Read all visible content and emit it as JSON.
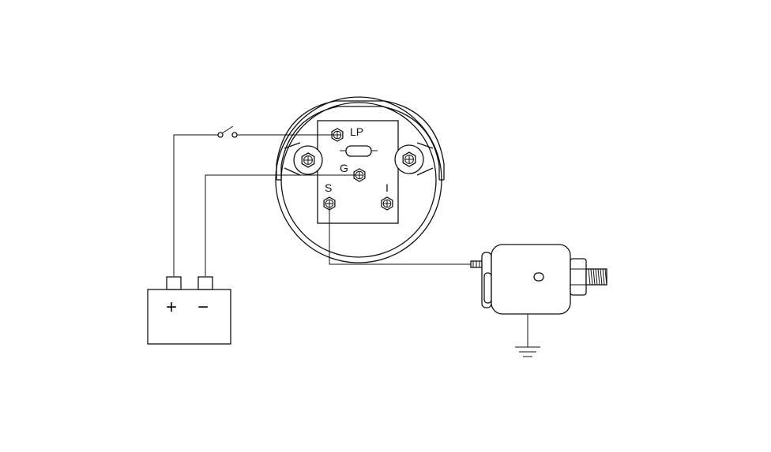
{
  "gauge": {
    "terminals": {
      "lp": "LP",
      "g": "G",
      "s": "S",
      "i": "I"
    }
  },
  "battery": {
    "plus": "+",
    "minus": "−"
  }
}
